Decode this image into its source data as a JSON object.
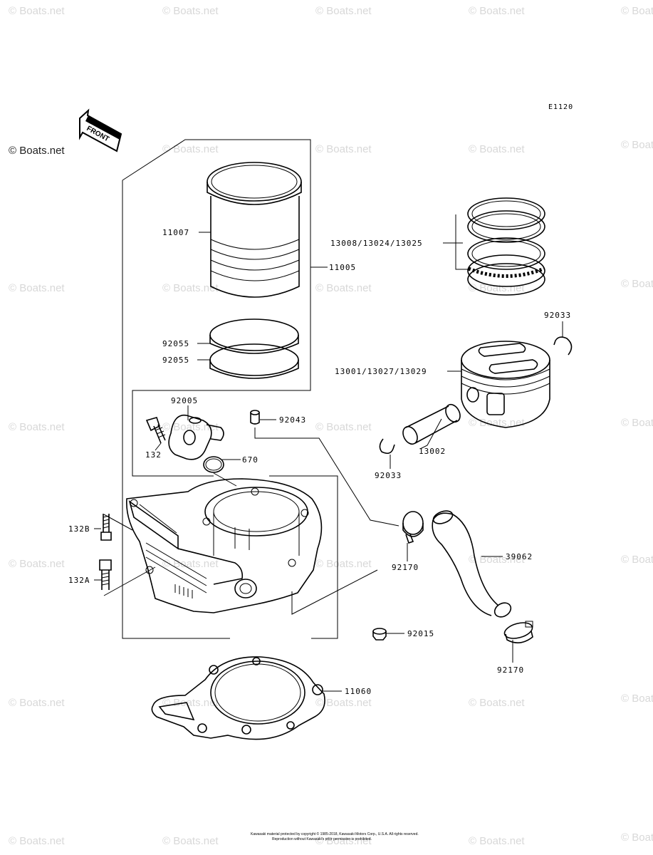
{
  "watermark": "© Boats.net",
  "diagram_code": "E1120",
  "front_label": "FRONT",
  "copyright": {
    "line1": "Kawasaki material protected by copyright © 1985-2018, Kawasaki Motors Corp., U.S.A. All rights reserved.",
    "line2": "Reproduction without Kawasaki's prior permission is prohibited."
  },
  "labels": {
    "p11007": "11007",
    "p11005": "11005",
    "p92055a": "92055",
    "p92055b": "92055",
    "p13008": "13008/13024/13025",
    "p92033a": "92033",
    "p13001": "13001/13027/13029",
    "p92005": "92005",
    "p92043": "92043",
    "p132": "132",
    "p670": "670",
    "p13002": "13002",
    "p92033b": "92033",
    "p132b": "132B",
    "p132a": "132A",
    "p92170a": "92170",
    "p39062": "39062",
    "p92015": "92015",
    "p92170b": "92170",
    "p11060": "11060"
  }
}
